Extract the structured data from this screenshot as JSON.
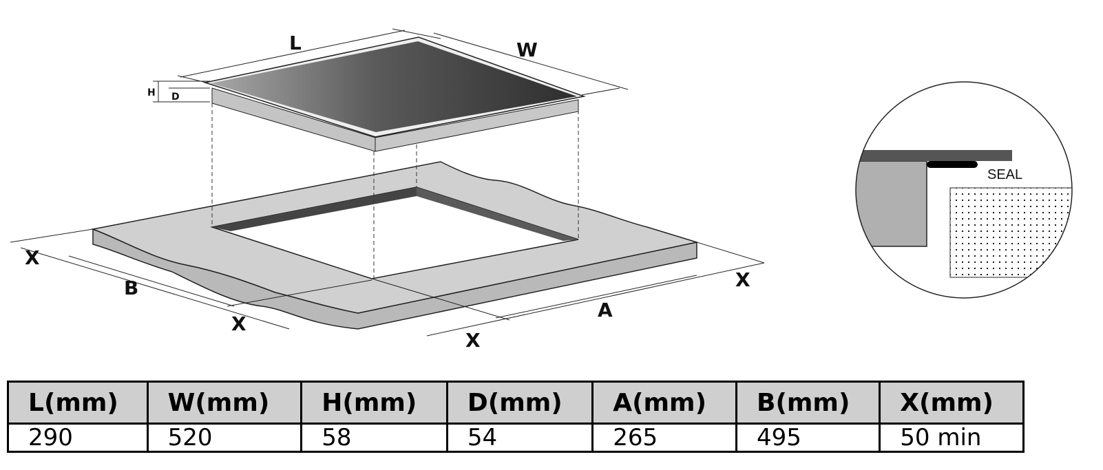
{
  "diagram": {
    "labels": {
      "L": "L",
      "W": "W",
      "H": "H",
      "D": "D",
      "A": "A",
      "B": "B",
      "X": "X",
      "seal": "SEAL"
    },
    "colors": {
      "hob_dark": "#2e2e2e",
      "hob_light": "#a8a8a8",
      "frame": "#c4c4c4",
      "counter": "#d0d0d0",
      "cutout_edge": "#555555"
    }
  },
  "table": {
    "headers": [
      "L(mm)",
      "W(mm)",
      "H(mm)",
      "D(mm)",
      "A(mm)",
      "B(mm)",
      "X(mm)"
    ],
    "values": [
      "290",
      "520",
      "58",
      "54",
      "265",
      "495",
      "50 min"
    ]
  }
}
